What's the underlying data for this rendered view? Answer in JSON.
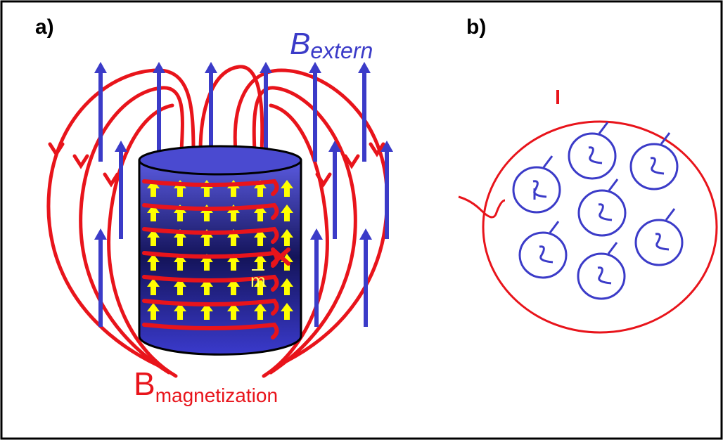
{
  "panels": {
    "a": {
      "label": "a)",
      "b_extern": {
        "main": "B",
        "sub": "extern"
      },
      "b_magnetization": {
        "main": "B",
        "sub": "magnetization"
      },
      "m_label": "m"
    },
    "b": {
      "label": "b)",
      "current_label": "I"
    }
  },
  "colors": {
    "external_field": "#3b3bc8",
    "magnetization_field": "#e8141b",
    "magnetic_moment": "#ffff00",
    "cylinder_fill": "#1a1a6e",
    "cylinder_top": "#4a4ad0",
    "loops": "#3b3bc8",
    "frame": "#000000"
  },
  "icons": {
    "field_arrow": "up-arrow",
    "moment_arrow": "up-arrow",
    "current_loop": "circle-with-tail"
  }
}
